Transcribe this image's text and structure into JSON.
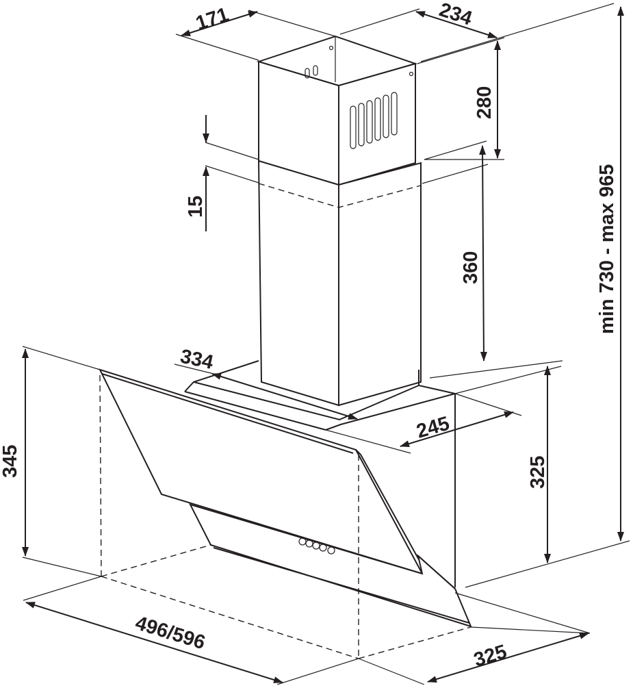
{
  "colors": {
    "line": "#231f20",
    "background": "#ffffff"
  },
  "dimensions": {
    "chimney_depth": "171",
    "chimney_width": "234",
    "upper_chimney_height": "280",
    "overlap": "15",
    "lower_chimney_height": "360",
    "total_height": "min 730 - max 965",
    "body_width_top": "334",
    "body_depth_top": "245",
    "body_height": "345",
    "back_height": "325",
    "hood_width": "496/596",
    "hood_depth": "325"
  }
}
